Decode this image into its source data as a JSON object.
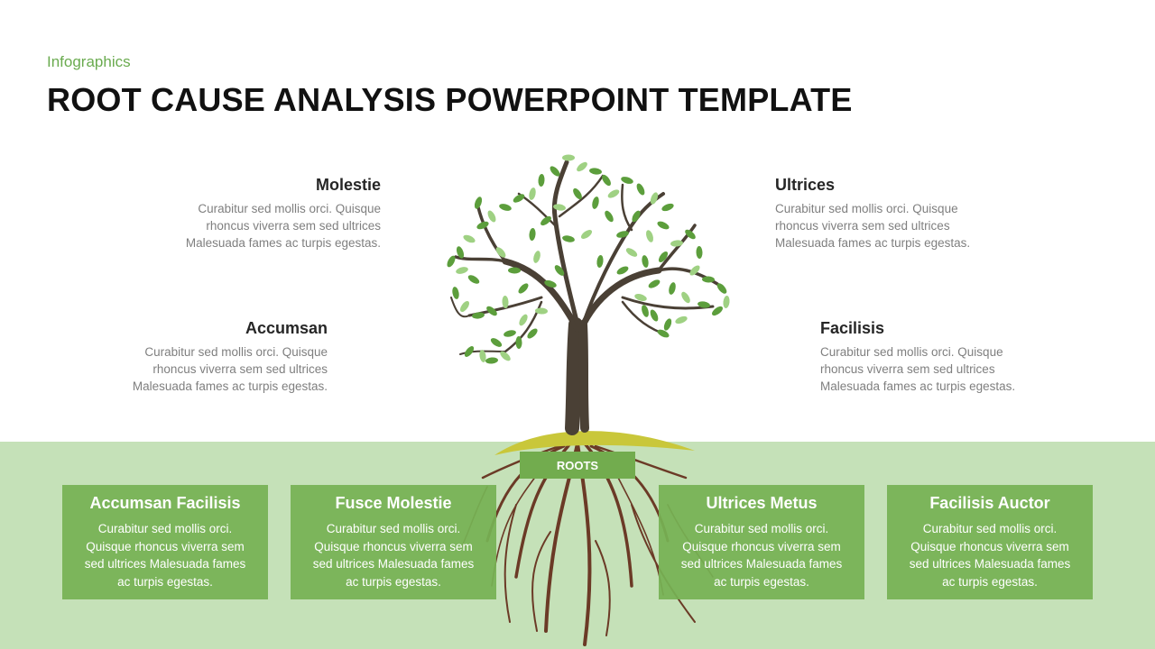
{
  "header": {
    "subtitle": "Infographics",
    "title": "ROOT CAUSE ANALYSIS POWERPOINT TEMPLATE"
  },
  "callouts": [
    {
      "title": "Molestie",
      "lines": [
        "Curabitur sed mollis orci. Quisque",
        "rhoncus viverra sem sed ultrices",
        "Malesuada fames ac turpis egestas."
      ]
    },
    {
      "title": "Accumsan",
      "lines": [
        "Curabitur sed mollis orci. Quisque",
        "rhoncus viverra sem sed ultrices",
        "Malesuada fames ac turpis egestas."
      ]
    },
    {
      "title": "Ultrices",
      "lines": [
        "Curabitur sed mollis orci. Quisque",
        "rhoncus viverra sem sed ultrices",
        "Malesuada fames ac turpis egestas."
      ]
    },
    {
      "title": "Facilisis",
      "lines": [
        "Curabitur sed mollis orci. Quisque",
        "rhoncus viverra sem sed ultrices",
        "Malesuada fames ac turpis egestas."
      ]
    }
  ],
  "roots_label": "ROOTS",
  "boxes": [
    {
      "title": "Accumsan Facilisis",
      "lines": [
        "Curabitur sed mollis orci.",
        "Quisque rhoncus viverra sem",
        "sed ultrices Malesuada fames",
        "ac turpis egestas."
      ]
    },
    {
      "title": "Fusce Molestie",
      "lines": [
        "Curabitur sed mollis orci.",
        "Quisque rhoncus viverra sem",
        "sed ultrices Malesuada fames",
        "ac turpis egestas."
      ]
    },
    {
      "title": "Ultrices Metus",
      "lines": [
        "Curabitur sed mollis orci.",
        "Quisque rhoncus viverra sem",
        "sed ultrices Malesuada fames",
        "ac turpis egestas."
      ]
    },
    {
      "title": "Facilisis Auctor",
      "lines": [
        "Curabitur sed mollis orci.",
        "Quisque rhoncus viverra sem",
        "sed ultrices Malesuada fames",
        "ac turpis egestas."
      ]
    }
  ],
  "colors": {
    "accent_green": "#72ac4e",
    "ground": "#c5e1b8",
    "trunk": "#4a4035",
    "roots": "#6b3a26",
    "leaf_dark": "#5c9e3c",
    "leaf_light": "#9fd183"
  }
}
